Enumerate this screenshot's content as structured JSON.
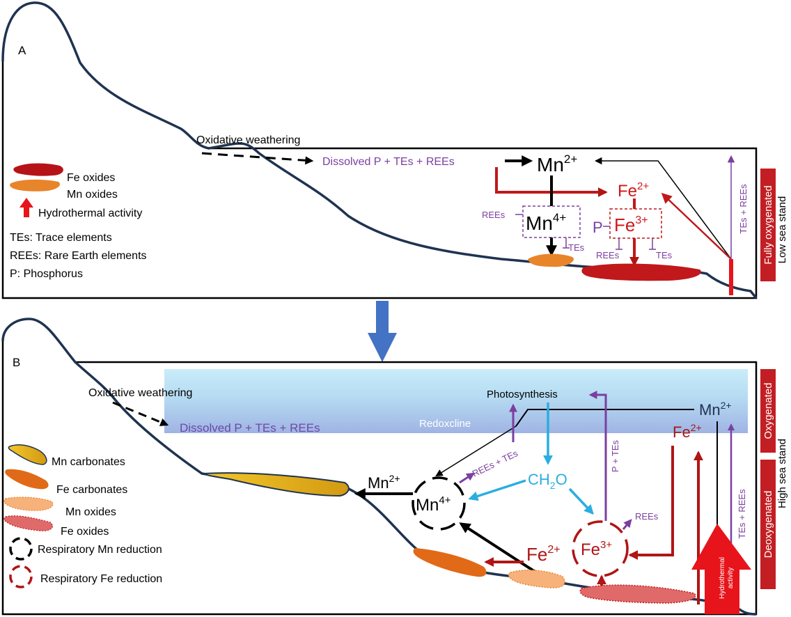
{
  "panel_a": {
    "label": "A",
    "oxidative_weathering": "Oxidative weathering",
    "dissolved": "Dissolved P + TEs  + REEs",
    "mn2_base": "Mn",
    "mn2_sup": "2+",
    "fe2_base": "Fe",
    "fe2_sup": "2+",
    "mn4_base": "Mn",
    "mn4_sup": "4+",
    "fe3_base": "Fe",
    "fe3_sup": "3+",
    "p_label": "P",
    "rees_left": "REEs",
    "tes_mn": "TEs",
    "rees_fe": "REEs",
    "tes_fe": "TEs",
    "tes_rees_vertical": "TEs + REEs",
    "oxygen_state": "Fully oxygenated",
    "sea_stand": "Low sea stand",
    "legend": {
      "fe_oxides": "Fe oxides",
      "mn_oxides": "Mn oxides",
      "hydrothermal": "Hydrothermal activity",
      "tes_def": "TEs: Trace elements",
      "rees_def": "REEs: Rare Earth elements",
      "p_def": "P: Phosphorus"
    }
  },
  "panel_b": {
    "label": "B",
    "oxidative_weathering": "Oxidative weathering",
    "dissolved": "Dissolved P + TEs + REEs",
    "redoxcline": "Redoxcline",
    "photosynthesis": "Photosynthesis",
    "mn2_top_base": "Mn",
    "mn2_top_sup": "2+",
    "fe2_top_base": "Fe",
    "fe2_top_sup": "2+",
    "mn2_left_base": "Mn",
    "mn2_left_sup": "2+",
    "mn4_base": "Mn",
    "mn4_sup": "4+",
    "ch2o_a": "CH",
    "ch2o_sub": "2",
    "ch2o_b": "O",
    "fe3_base": "Fe",
    "fe3_sup": "3+",
    "fe2_bottom_base": "Fe",
    "fe2_bottom_sup": "2+",
    "rees_tes": "REEs + TEs",
    "p_tes": "P + TEs",
    "rees": "REEs",
    "tes_rees_vertical": "TEs + REEs",
    "hydrothermal_1": "Hydrothermal",
    "hydrothermal_2": "activity",
    "oxygenated": "Oxygenated",
    "deoxygenated": "Deoxygenated",
    "sea_stand": "High sea stand",
    "legend": {
      "mn_carbonates": "Mn carbonates",
      "fe_carbonates": "Fe carbonates",
      "mn_oxides": "Mn oxides",
      "fe_oxides": "Fe oxides",
      "resp_mn": "Respiratory Mn reduction",
      "resp_fe": "Respiratory Fe reduction"
    }
  },
  "colors": {
    "terrain": "#1f3350",
    "fe_red": "#d0171b",
    "dark_red": "#b01515",
    "mn_orange": "#e8842a",
    "purple": "#7b3fa0",
    "cyan": "#2aaee0",
    "blue_arrow": "#4472c4"
  }
}
